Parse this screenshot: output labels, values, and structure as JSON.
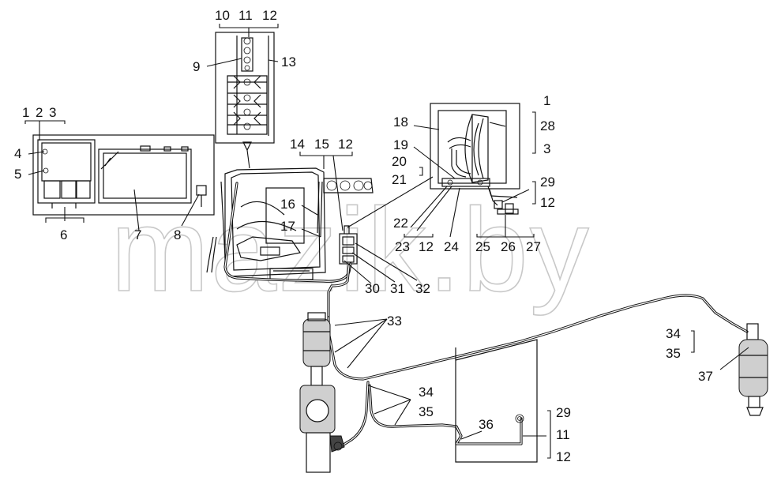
{
  "watermark": "mazik.by",
  "callouts": {
    "n1": "1",
    "n2": "2",
    "n3": "3",
    "n4": "4",
    "n5": "5",
    "n6": "6",
    "n7": "7",
    "n8": "8",
    "n9": "9",
    "n10": "10",
    "n11": "11",
    "n12": "12",
    "n13": "13",
    "n14": "14",
    "n15": "15",
    "n16": "16",
    "n17": "17",
    "n18": "18",
    "n19": "19",
    "n20": "20",
    "n21": "21",
    "n22": "22",
    "n23": "23",
    "n24": "24",
    "n25": "25",
    "n26": "26",
    "n27": "27",
    "n28": "28",
    "n29": "29",
    "n30": "30",
    "n31": "31",
    "n32": "32",
    "n33": "33",
    "n34": "34",
    "n35": "35",
    "n36": "36",
    "n37": "37"
  }
}
